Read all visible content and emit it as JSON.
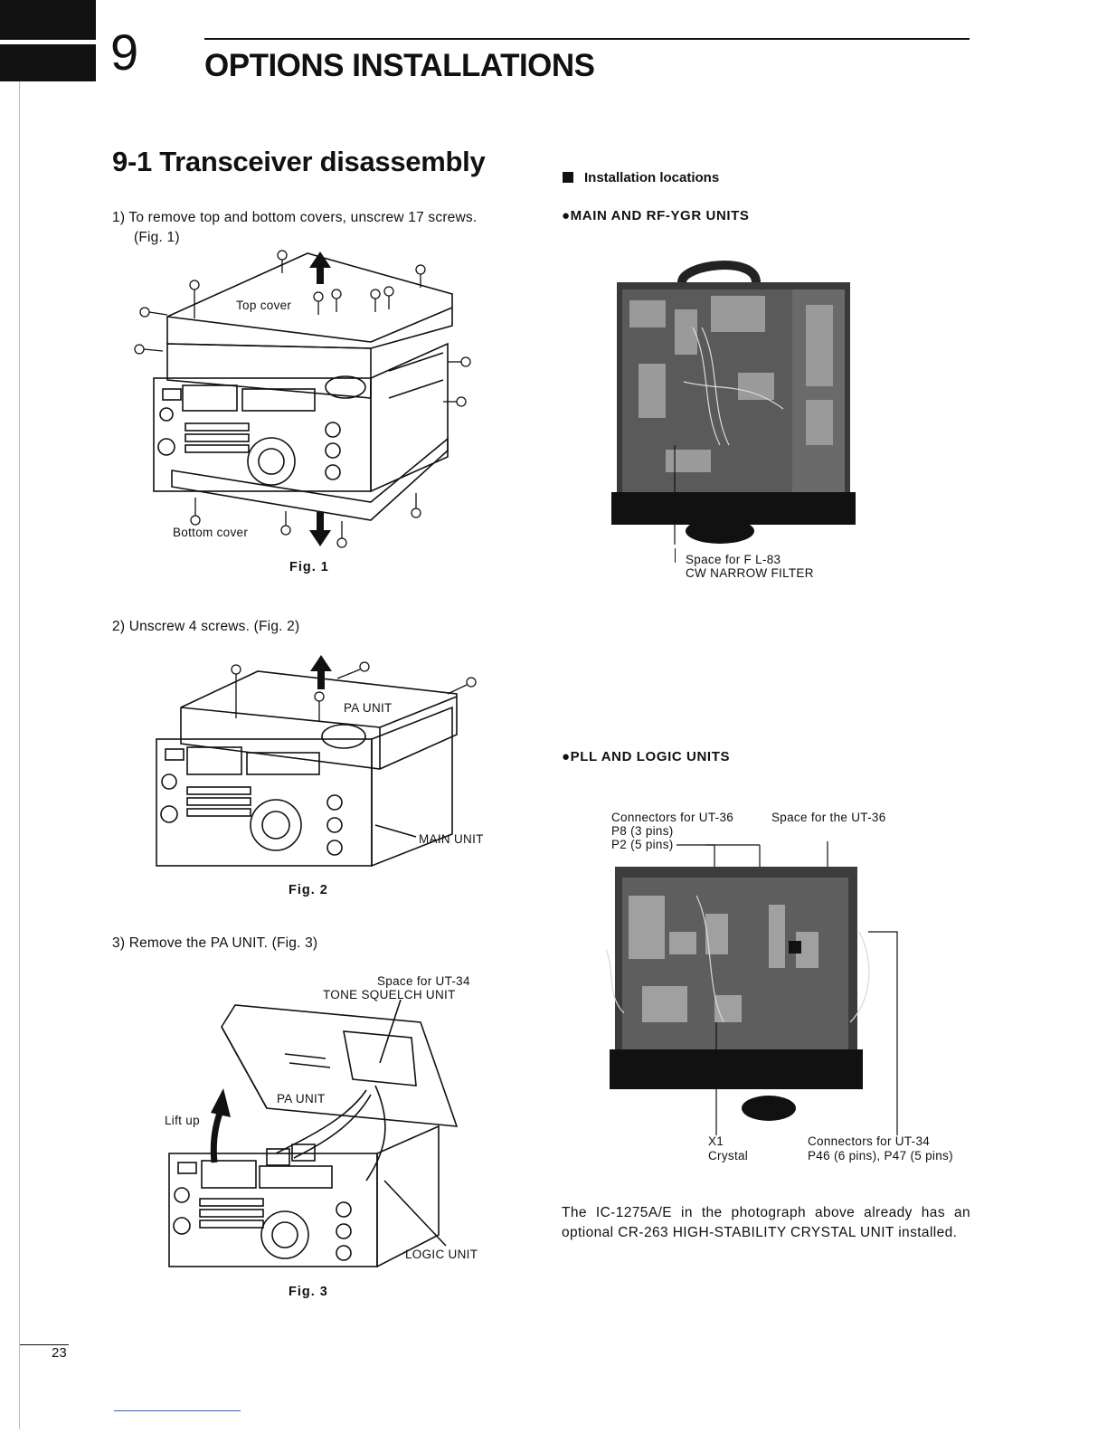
{
  "header": {
    "chapter_number": "9",
    "chapter_title": "OPTIONS INSTALLATIONS"
  },
  "section": {
    "title": "9-1 Transceiver disassembly"
  },
  "steps": {
    "step1_line1": "1) To remove top and bottom covers, unscrew 17 screws.",
    "step1_line2": "(Fig. 1)",
    "step2": "2) Unscrew 4 screws.  (Fig. 2)",
    "step3": "3) Remove the PA UNIT.  (Fig. 3)"
  },
  "fig1": {
    "caption": "Fig.   1",
    "top_cover": "Top cover",
    "bottom_cover": "Bottom cover"
  },
  "fig2": {
    "caption": "Fig.   2",
    "pa_unit": "PA  UNIT",
    "main_unit": "MAIN  UNIT"
  },
  "fig3": {
    "caption": "Fig.   3",
    "space_line1": "Space for UT-34",
    "space_line2": "TONE  SQUELCH  UNIT",
    "pa_unit": "PA  UNIT",
    "lift_up": "Lift up",
    "logic_unit": "LOGIC  UNIT"
  },
  "right": {
    "install_heading": "Installation locations",
    "main_rf_heading": "●MAIN  AND  RF-YGR  UNITS",
    "fl83_line1": "Space for F L-83",
    "fl83_line2": "CW  NARROW  FILTER",
    "pll_heading": "●PLL  AND  LOGIC  UNITS",
    "conn_ut36": "Connectors for UT-36",
    "p8": "P8 (3 pins)",
    "p2": "P2 (5 pins)",
    "space_ut36": "Space for the UT-36",
    "x1": "X1",
    "crystal": "Crystal",
    "conn_ut34": "Connectors for UT-34",
    "p46_p47": "P46 (6 pins), P47 (5 pins)",
    "note": "The IC-1275A/E in the photograph above already has an optional  CR-263  HIGH-STABILITY  CRYSTAL  UNIT installed."
  },
  "footer": {
    "page_number": "23"
  }
}
